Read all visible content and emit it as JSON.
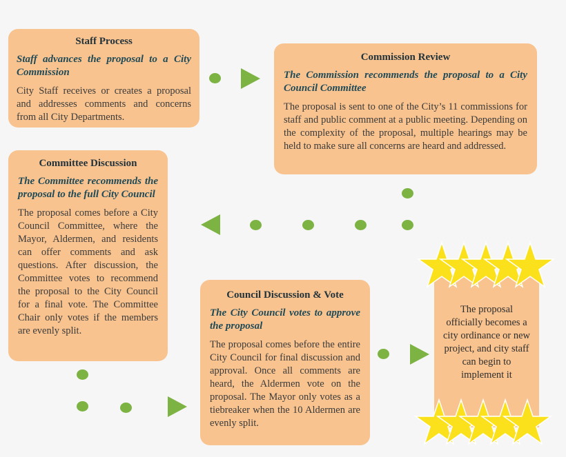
{
  "steps": {
    "staff": {
      "title": "Staff Process",
      "subtitle": "Staff advances the proposal to a City Commission",
      "body": "City Staff receives or creates a proposal and addresses comments and concerns from all City Departments."
    },
    "commission": {
      "title": "Commission Review",
      "subtitle": "The Commission recommends the proposal to a City Council Committee",
      "body": "The proposal is sent to one of the City’s 11 commissions for staff and public comment at a public meeting. Depending on the complexity of the proposal, multiple hearings may be held to make sure all concerns are heard and addressed."
    },
    "committee": {
      "title": "Committee Discussion",
      "subtitle": "The Committee recommends the proposal to the full City Council",
      "body": "The proposal comes before a City Council Committee, where the Mayor, Aldermen, and residents can offer comments and ask questions. After discussion, the Committee votes to recommend the proposal to the City Council for a final vote. The Committee Chair only votes if the members are evenly split."
    },
    "council": {
      "title": "Council Discussion & Vote",
      "subtitle": "The City Council votes to approve the proposal",
      "body": "The proposal comes before the entire City Council for final discussion and approval. Once all comments are heard, the Aldermen vote on the proposal. The Mayor only votes as a tiebreaker when the 10 Aldermen are evenly split."
    }
  },
  "result": {
    "text": "The proposal officially becomes a city ordinance or new project, and city staff can begin to implement it"
  },
  "colors": {
    "box": "#f8c38f",
    "arrow": "#7cb342",
    "star": "#fbe11c",
    "subtitle": "#1f4a57"
  }
}
